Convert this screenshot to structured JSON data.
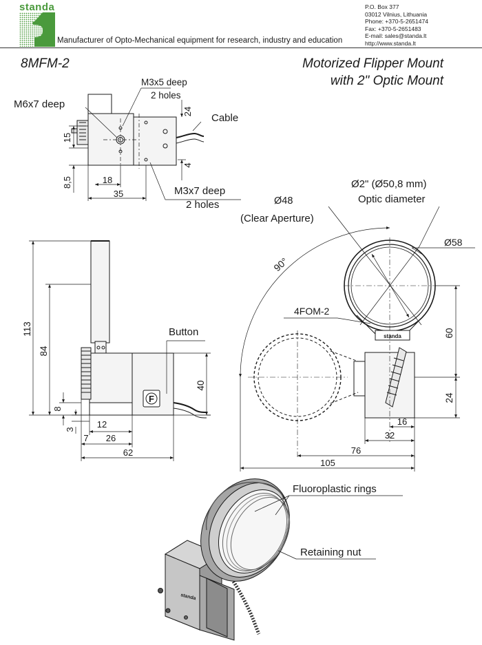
{
  "header": {
    "logo": "standa",
    "tagline": "Manufacturer of Opto-Mechanical equipment for research, industry and education",
    "contact": [
      "P.O. Box 377",
      "03012 Vilnius, Lithuania",
      "Phone: +370-5-2651474",
      "Fax: +370-5-2651483",
      "E-mail: sales@standa.lt",
      "http://www.standa.lt"
    ],
    "brand_color": "#4a9a3c"
  },
  "product": {
    "model": "8MFM-2",
    "title_line1": "Motorized Flipper Mount",
    "title_line2": "with 2\" Optic Mount"
  },
  "top_view": {
    "m3x5_l1": "M3x5 deep",
    "m3x5_l2": "2 holes",
    "m6x7": "M6x7 deep",
    "cable": "Cable",
    "m3x7_l1": "M3x7 deep",
    "m3x7_l2": "2 holes",
    "d15": "15",
    "d24": "24",
    "d8_5": "8,5",
    "d18": "18",
    "d4": "4",
    "d35": "35"
  },
  "side_view": {
    "button": "Button",
    "button_glyph": "F",
    "d113": "113",
    "d84": "84",
    "d40": "40",
    "d8": "8",
    "d3": "3",
    "d12": "12",
    "d7": "7",
    "d26": "26",
    "d62": "62"
  },
  "front_view": {
    "d48_l1": "Ø48",
    "d48_l2": "(Clear Aperture)",
    "d2_l1": "Ø2\" (Ø50,8 mm)",
    "d2_l2": "Optic diameter",
    "d58": "Ø58",
    "angle": "90°",
    "fom": "4FOM-2",
    "plate": "standa",
    "d60": "60",
    "d24": "24",
    "d16": "16",
    "d32": "32",
    "d76": "76",
    "d105": "105"
  },
  "iso_view": {
    "rings": "Fluoroplastic rings",
    "nut": "Retaining nut",
    "label": "standa"
  }
}
